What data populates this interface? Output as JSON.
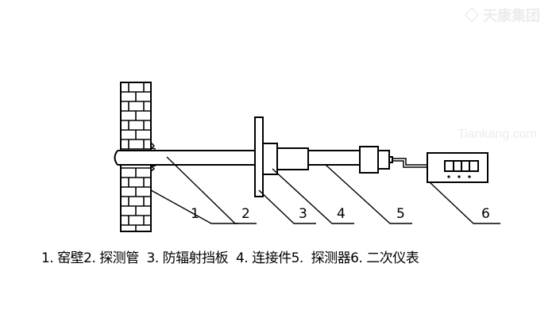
{
  "watermark": {
    "logo_text": "天康集团",
    "site_text": "Tiankang.com"
  },
  "part_numbers": [
    "1",
    "2",
    "3",
    "4",
    "5",
    "6"
  ],
  "legend": "1. 窑壁2. 探测管  3. 防辐射挡板  4. 连接件5.  探测器6. 二次仪表"
}
